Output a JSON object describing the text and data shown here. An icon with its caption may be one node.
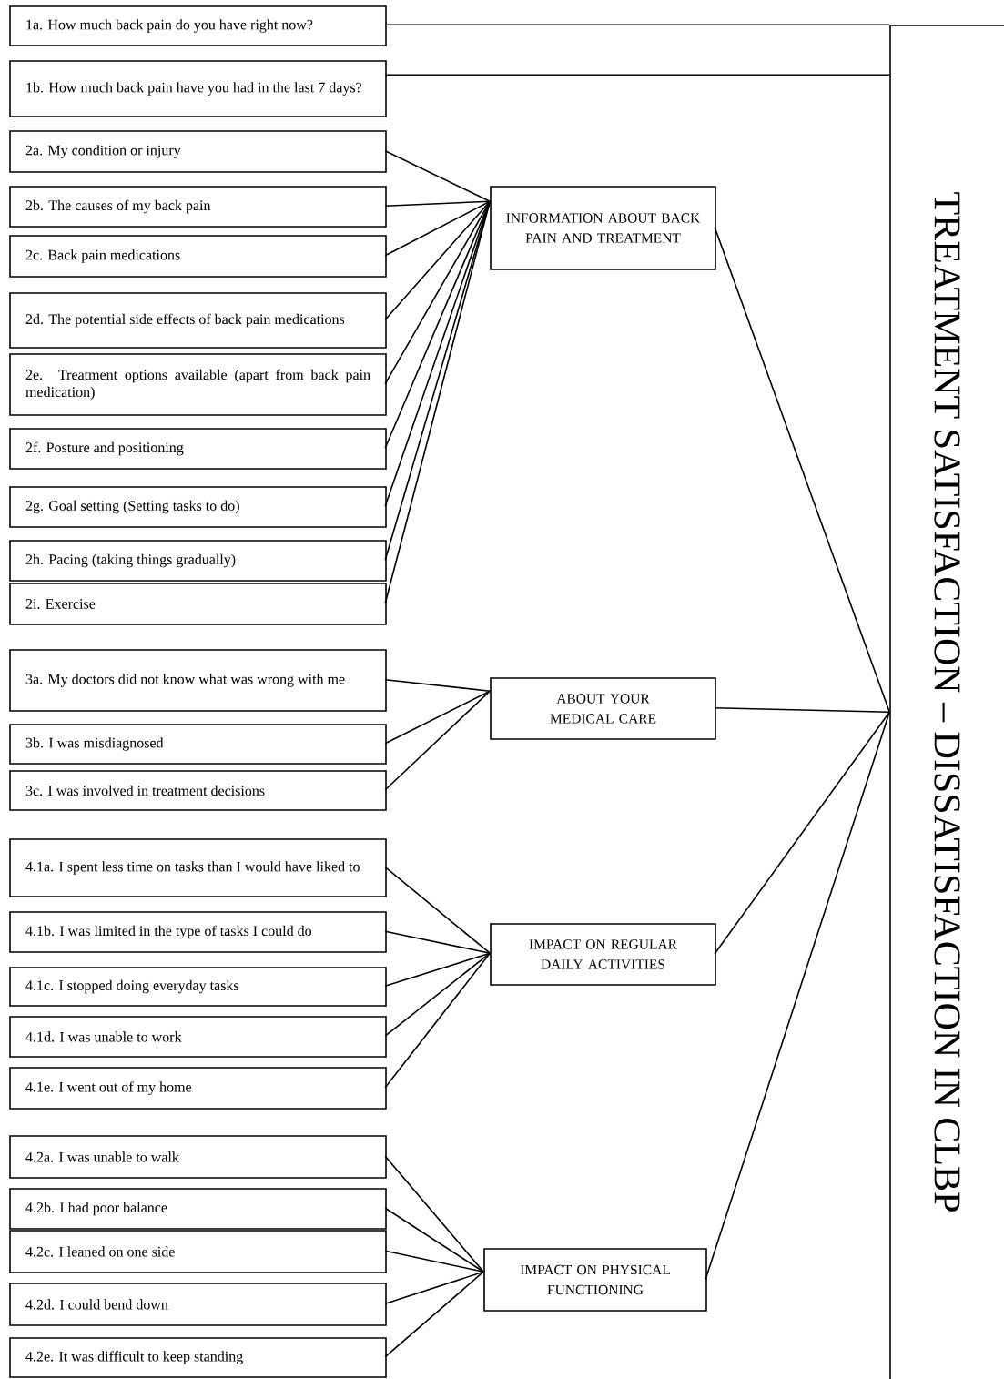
{
  "diagram": {
    "nodes": [
      {
        "text": [
          "1a. How much back pain do you have right now?"
        ]
      },
      {
        "text": [
          "1b. How much back pain have you had in the last 7 days?"
        ]
      },
      {
        "text": [
          "2a. My condition or injury"
        ]
      },
      {
        "text": [
          "2b. The causes of my back pain"
        ]
      },
      {
        "text": [
          "2c. Back pain medications"
        ]
      },
      {
        "text": [
          "2d. The potential side effects of back pain medications"
        ]
      },
      {
        "text": [
          "2e. Treatment options available (apart from back pain medication)"
        ]
      },
      {
        "text": [
          "2f. Posture and positioning"
        ]
      },
      {
        "text": [
          "2g. Goal setting (Setting tasks to do)"
        ]
      },
      {
        "text": [
          "2h. Pacing (taking things gradually)"
        ]
      },
      {
        "text": [
          "2i. Exercise"
        ]
      },
      {
        "text": [
          "INFORMATION ABOUT BACK PAIN AND TREATMENT"
        ]
      },
      {
        "text": [
          "3a. My doctors did not know what was wrong with me"
        ]
      },
      {
        "text": [
          "3b. I was misdiagnosed"
        ]
      },
      {
        "text": [
          "3c. I was involved in treatment decisions"
        ]
      },
      {
        "text": [
          "ABOUT YOUR MEDICAL CARE"
        ]
      },
      {
        "text": [
          "4.1a. I spent less time on tasks than I would have liked to"
        ]
      },
      {
        "text": [
          "4.1b. I was limited in the type of tasks I could do"
        ]
      },
      {
        "text": [
          "4.1c. I stopped doing everyday tasks"
        ]
      },
      {
        "text": [
          "4.1d. I was unable to work"
        ]
      },
      {
        "text": [
          "4.1e. I went out of my home"
        ]
      },
      {
        "text": [
          "IMPACT ON REGULAR DAILY ACTIVITIES"
        ]
      },
      {
        "text": [
          "4.2a. I was unable to walk"
        ]
      },
      {
        "text": [
          "4.2b. I had poor balance"
        ]
      },
      {
        "text": [
          "4.2c. I leaned on one side"
        ]
      },
      {
        "text": [
          "4.2d. I could bend down"
        ]
      },
      {
        "text": [
          "4.2e. It was difficult to keep standing"
        ]
      },
      {
        "text": [
          "IMPACT ON PHYSICAL FUNCTIONING"
        ]
      },
      {
        "text": [
          "TREATMENT SATISFACTION – DISSATISFACTION IN CLBP"
        ]
      }
    ],
    "edges": [
      {
        "from": 0,
        "to": 28,
        "arrow": "none"
      },
      {
        "from": 1,
        "to": 28,
        "arrow": "none"
      },
      {
        "from": 2,
        "to": 11,
        "arrow": "none"
      },
      {
        "from": 3,
        "to": 11,
        "arrow": "none"
      },
      {
        "from": 4,
        "to": 11,
        "arrow": "none"
      },
      {
        "from": 5,
        "to": 11,
        "arrow": "none"
      },
      {
        "from": 6,
        "to": 11,
        "arrow": "none"
      },
      {
        "from": 7,
        "to": 11,
        "arrow": "none"
      },
      {
        "from": 8,
        "to": 11,
        "arrow": "none"
      },
      {
        "from": 9,
        "to": 11,
        "arrow": "none"
      },
      {
        "from": 10,
        "to": 11,
        "arrow": "none"
      },
      {
        "from": 12,
        "to": 15,
        "arrow": "none"
      },
      {
        "from": 13,
        "to": 15,
        "arrow": "none"
      },
      {
        "from": 14,
        "to": 15,
        "arrow": "none"
      },
      {
        "from": 16,
        "to": 21,
        "arrow": "none"
      },
      {
        "from": 17,
        "to": 21,
        "arrow": "none"
      },
      {
        "from": 18,
        "to": 21,
        "arrow": "none"
      },
      {
        "from": 19,
        "to": 21,
        "arrow": "none"
      },
      {
        "from": 20,
        "to": 21,
        "arrow": "none"
      },
      {
        "from": 22,
        "to": 27,
        "arrow": "none"
      },
      {
        "from": 23,
        "to": 27,
        "arrow": "none"
      },
      {
        "from": 24,
        "to": 27,
        "arrow": "none"
      },
      {
        "from": 25,
        "to": 27,
        "arrow": "none"
      },
      {
        "from": 26,
        "to": 27,
        "arrow": "none"
      },
      {
        "from": 11,
        "to": 28,
        "arrow": "none"
      },
      {
        "from": 15,
        "to": 28,
        "arrow": "none"
      },
      {
        "from": 21,
        "to": 28,
        "arrow": "none"
      },
      {
        "from": 27,
        "to": 28,
        "arrow": "none"
      }
    ]
  }
}
